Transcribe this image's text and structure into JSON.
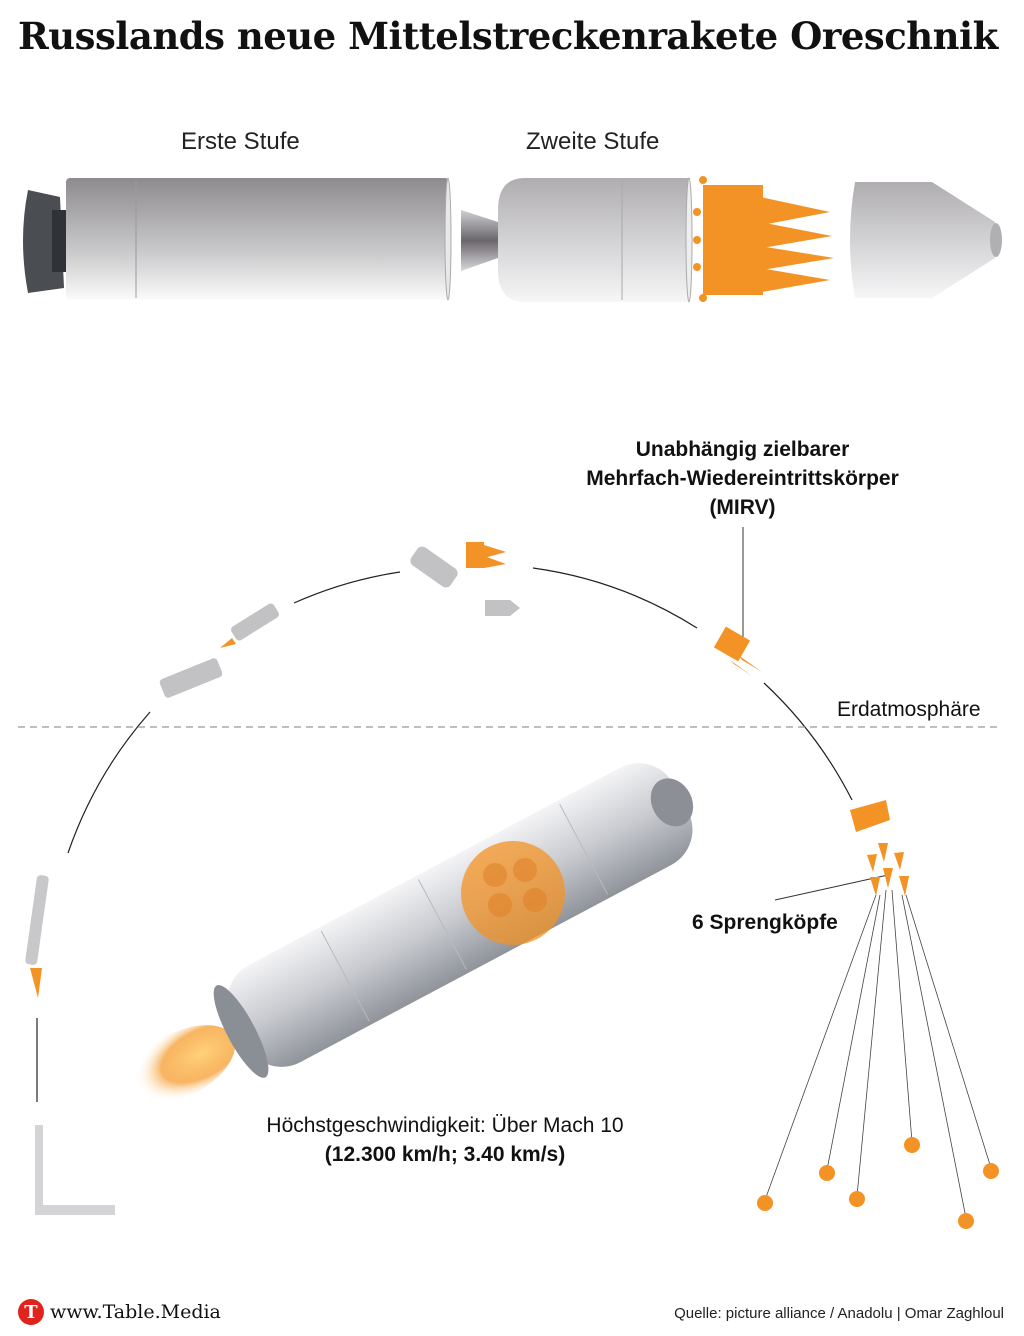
{
  "title": "Russlands neue Mittelstreckenrakete Oreschnik",
  "stages": {
    "first": "Erste Stufe",
    "second": "Zweite Stufe"
  },
  "labels": {
    "mirv_line1": "Unabhängig zielbarer",
    "mirv_line2": "Mehrfach-Wiedereintrittskörper",
    "mirv_line3": "(MIRV)",
    "atmosphere": "Erdatmosphäre",
    "warheads": "6 Sprengköpfe",
    "speed_line1": "Höchstgeschwindigkeit: Über Mach 10",
    "speed_line2": "(12.300 km/h; 3.40 km/s)"
  },
  "footer": {
    "logo_letter": "T",
    "site": "www.Table.Media",
    "source": "Quelle: picture alliance / Anadolu | Omar Zaghloul"
  },
  "colors": {
    "orange": "#f39325",
    "grey": "#b5b5b8",
    "dark": "#4a4d52"
  }
}
